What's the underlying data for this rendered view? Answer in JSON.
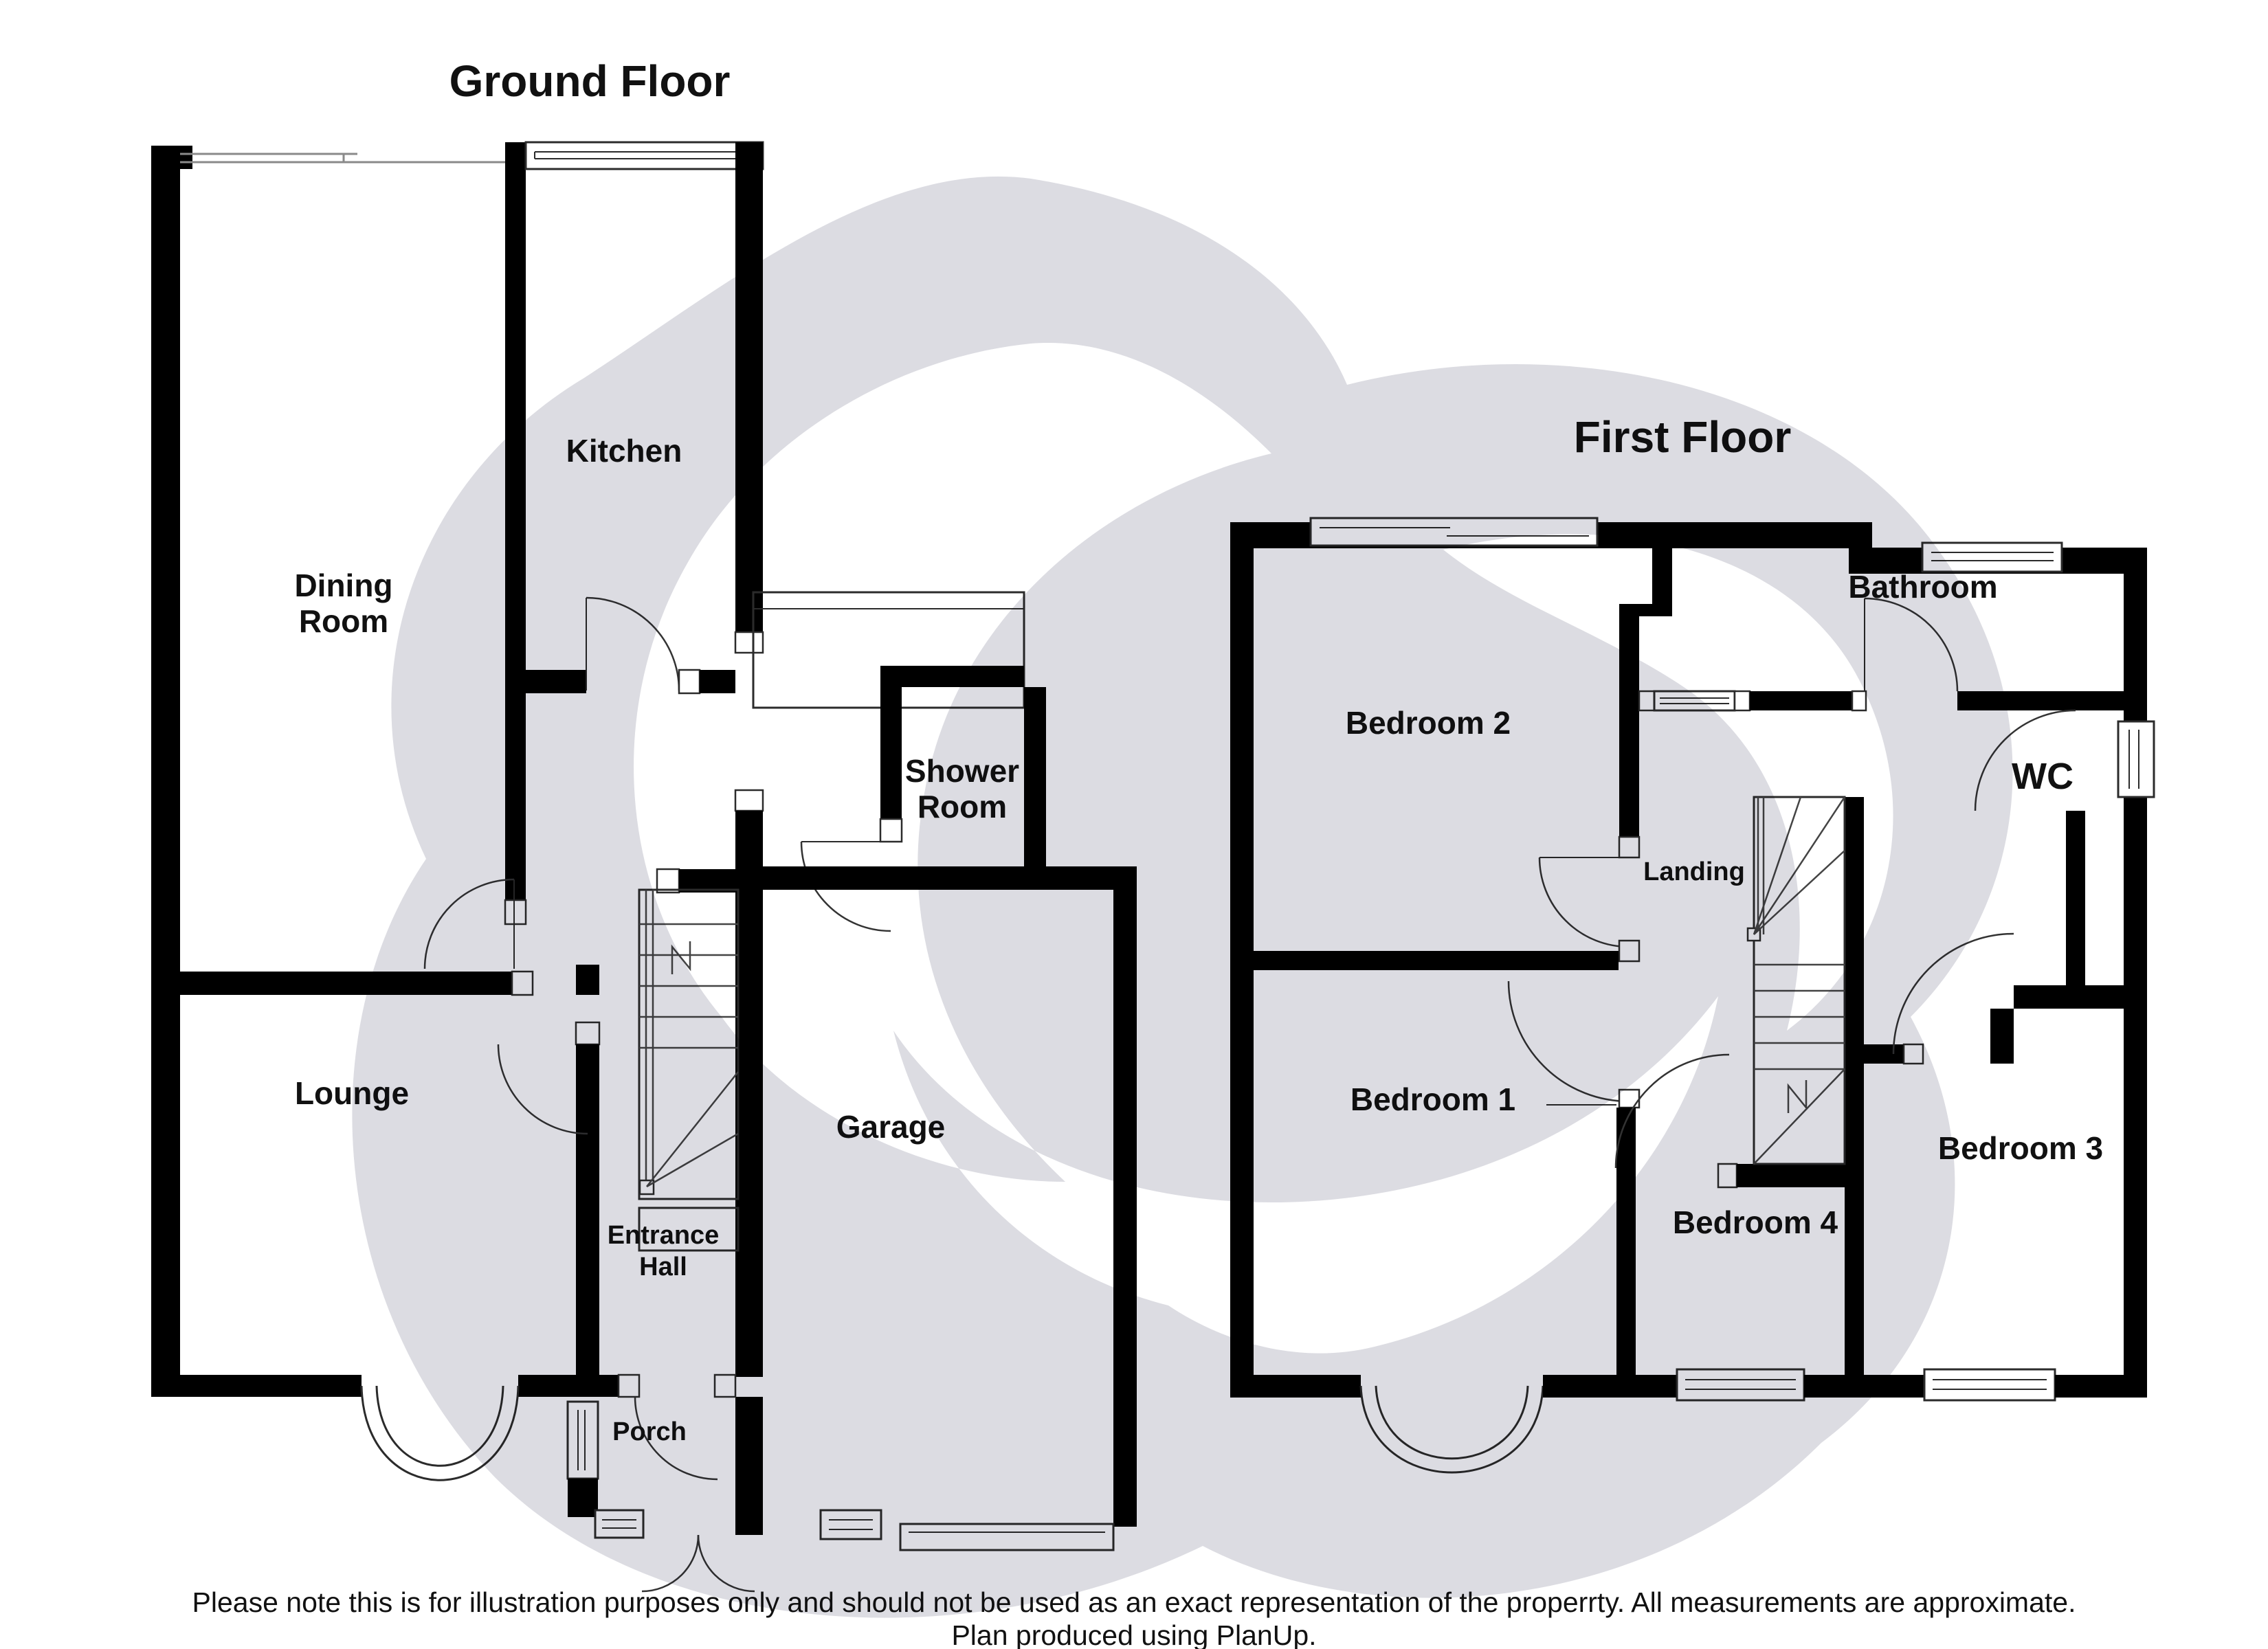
{
  "titles": {
    "ground": "Ground Floor",
    "first": "First Floor"
  },
  "rooms": {
    "dining": {
      "line1": "Dining",
      "line2": "Room"
    },
    "kitchen": {
      "label": "Kitchen"
    },
    "lounge": {
      "label": "Lounge"
    },
    "entrance": {
      "line1": "Entrance",
      "line2": "Hall"
    },
    "porch": {
      "label": "Porch"
    },
    "shower": {
      "line1": "Shower",
      "line2": "Room"
    },
    "garage": {
      "label": "Garage"
    },
    "bedroom1": {
      "label": "Bedroom 1"
    },
    "bedroom2": {
      "label": "Bedroom 2"
    },
    "bedroom3": {
      "label": "Bedroom 3"
    },
    "bedroom4": {
      "label": "Bedroom 4"
    },
    "bathroom": {
      "label": "Bathroom"
    },
    "wc": {
      "label": "WC"
    },
    "landing": {
      "label": "Landing"
    }
  },
  "footer": {
    "line1": "Please note this is for illustration purposes only and should not be used as an exact representation of the properrty. All measurements are approximate.",
    "line2": "Plan produced using PlanUp."
  },
  "colors": {
    "wall": "#000000",
    "watermark": "#dcdce2",
    "text": "#111111"
  }
}
